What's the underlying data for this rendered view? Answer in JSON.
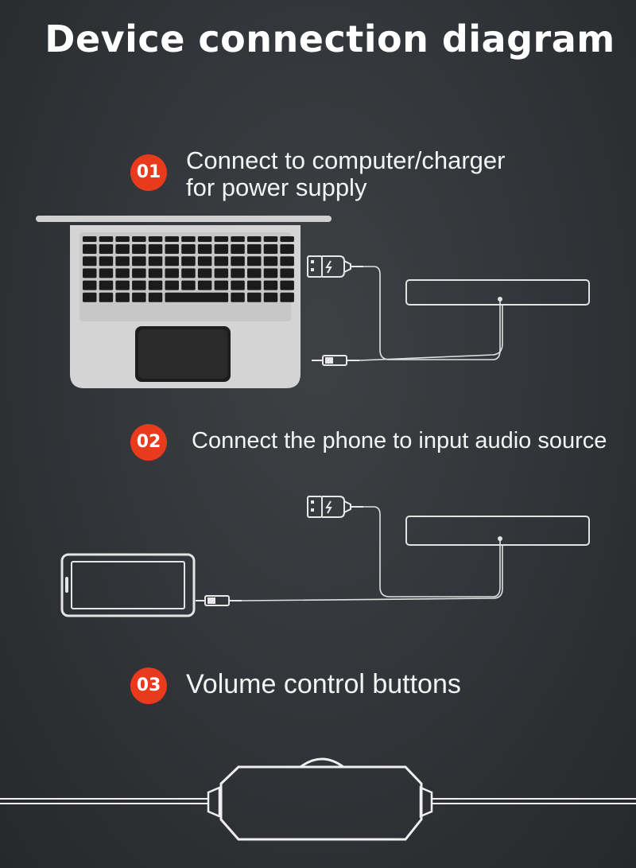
{
  "title": "Device connection diagram",
  "accent_color": "#e83a1c",
  "steps": [
    {
      "number": "01",
      "lines": [
        "Connect to computer/charger",
        "for power supply"
      ]
    },
    {
      "number": "02",
      "lines": [
        "Connect the phone to input audio source"
      ]
    },
    {
      "number": "03",
      "lines": [
        "Volume control buttons"
      ]
    }
  ],
  "illustrations": {
    "step1": [
      "laptop-icon",
      "usb-plug-icon",
      "audio-jack-icon",
      "soundbar-icon"
    ],
    "step2": [
      "phone-icon",
      "usb-plug-icon",
      "audio-jack-icon",
      "soundbar-icon"
    ],
    "step3": [
      "volume-controller-icon"
    ]
  }
}
